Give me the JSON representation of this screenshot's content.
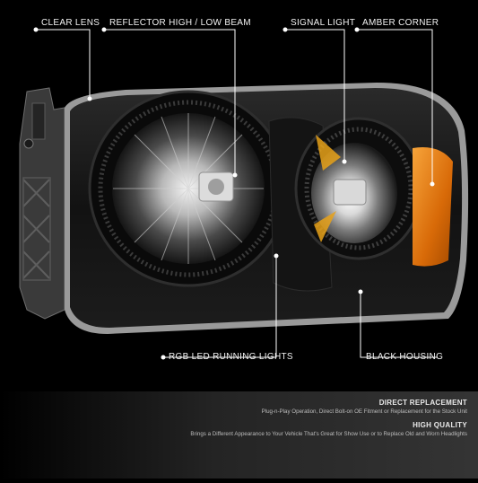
{
  "callouts": {
    "clear_lens": "CLEAR LENS",
    "reflector": "REFLECTOR HIGH / LOW BEAM",
    "signal_light": "SIGNAL LIGHT",
    "amber_corner": "AMBER CORNER",
    "rgb_led": "RGB LED RUNNING LIGHTS",
    "black_housing": "BLACK HOUSING"
  },
  "features": [
    {
      "title": "DIRECT REPLACEMENT",
      "description": "Plug-n-Play Operation, Direct Bolt-on OE Fitment or Replacement for the Stock Unit"
    },
    {
      "title": "HIGH QUALITY",
      "description": "Brings a Different Appearance to Your Vehicle That's Great for Show Use or to Replace Old and Worn Headlights"
    }
  ],
  "colors": {
    "background": "#000000",
    "amber": "#e07a10",
    "housing": "#111111",
    "chrome": "#8a8a8a"
  }
}
